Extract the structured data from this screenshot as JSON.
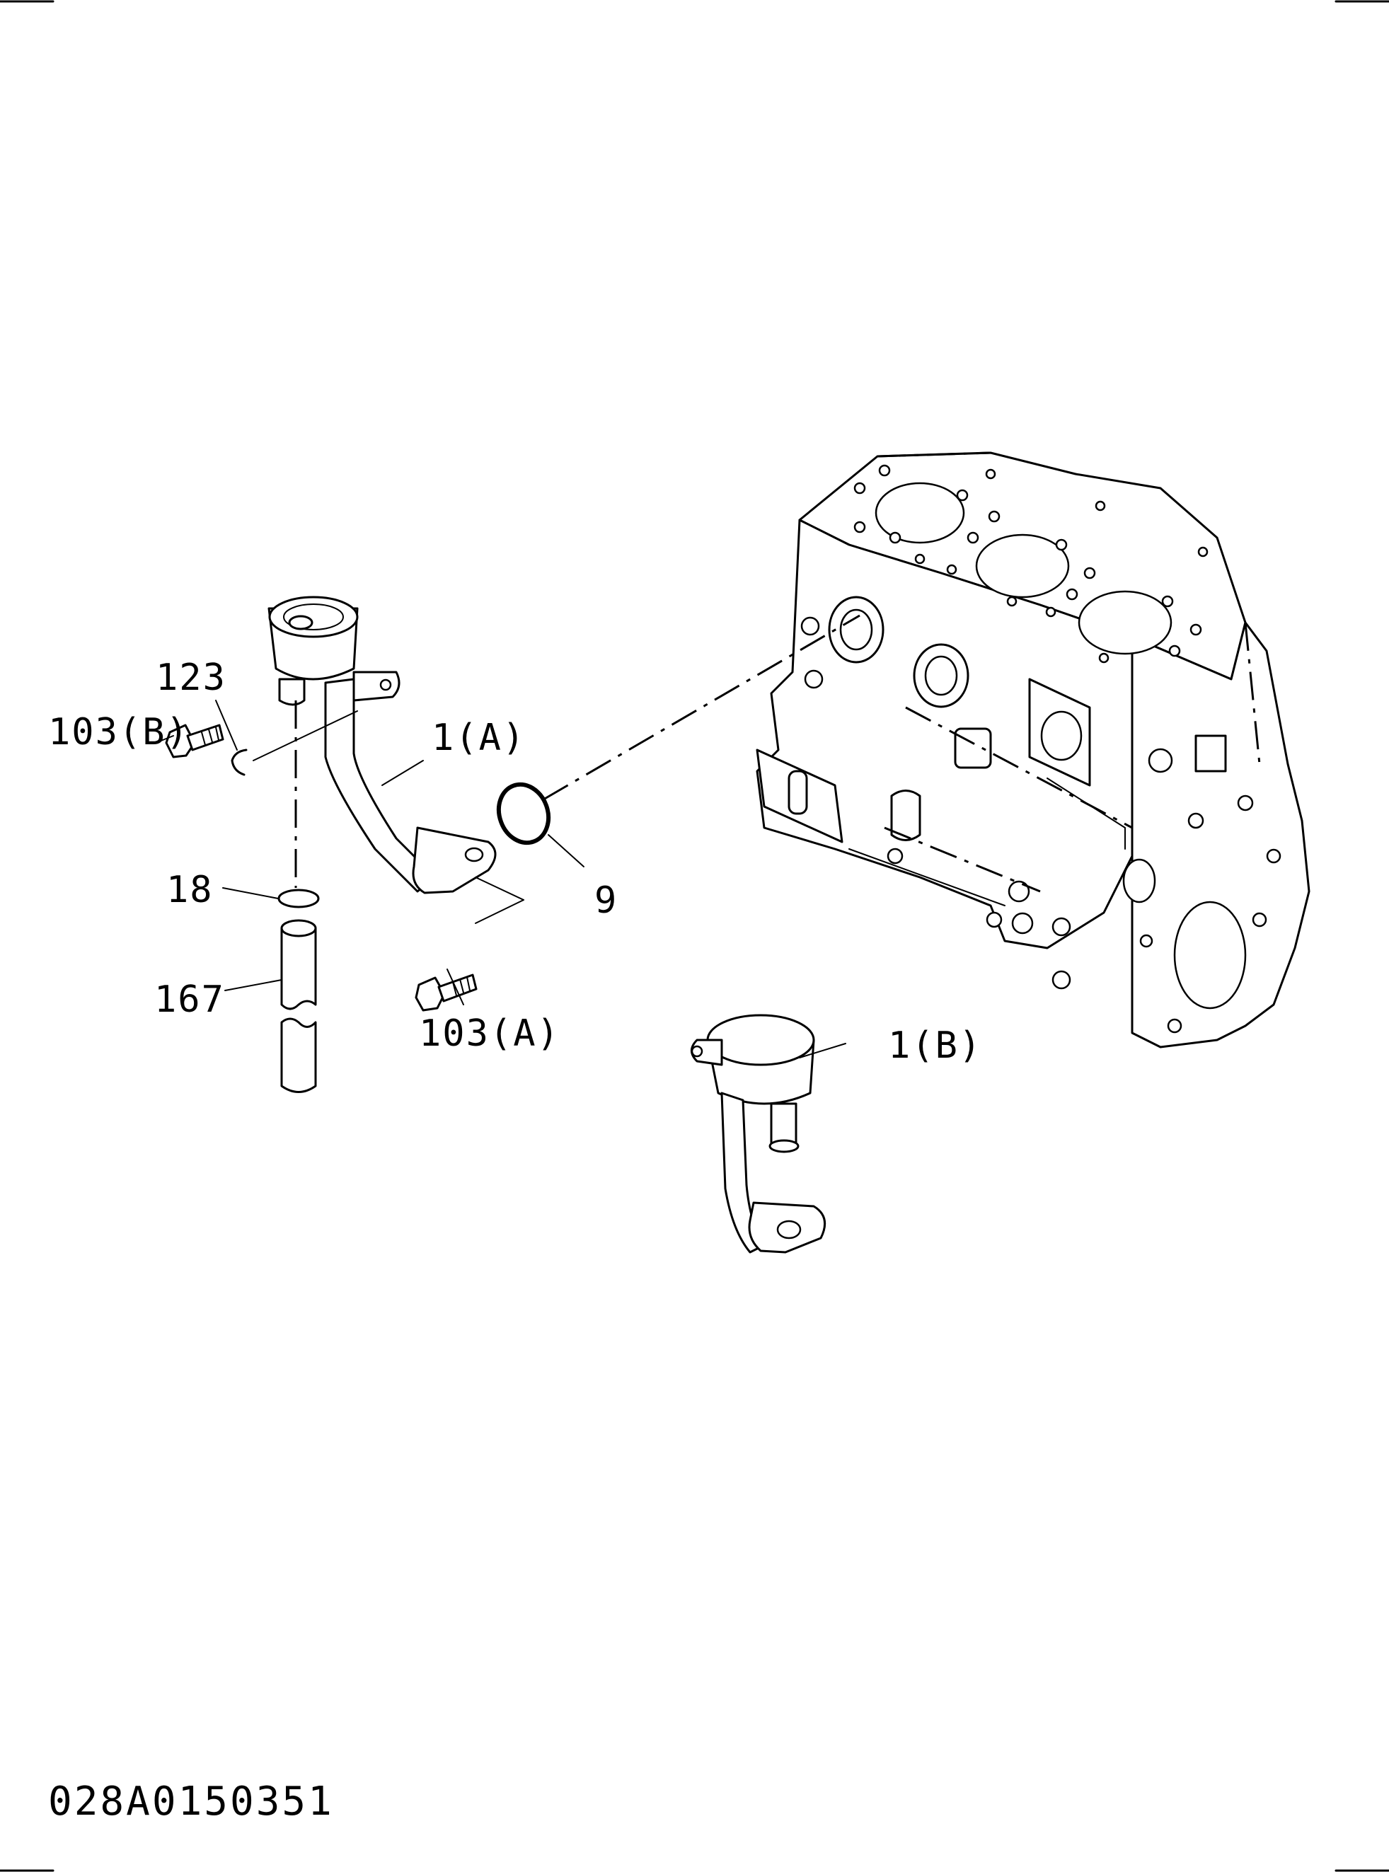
{
  "diagram": {
    "labels": {
      "part_123": "123",
      "part_103b": "103(B)",
      "part_1a": "1(A)",
      "part_9": "9",
      "part_18": "18",
      "part_167": "167",
      "part_103a": "103(A)",
      "part_1b": "1(B)"
    },
    "document_id": "028A0150351"
  }
}
